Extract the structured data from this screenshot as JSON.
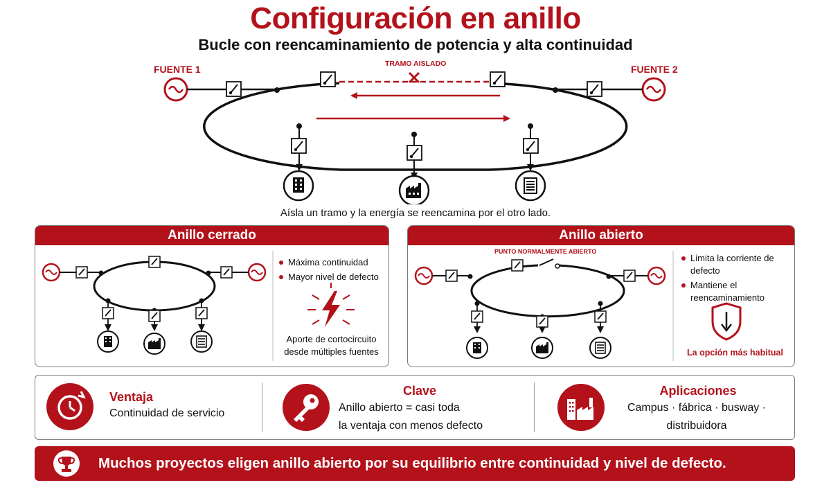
{
  "header": {
    "title": "Configuración en anillo",
    "subtitle": "Bucle con reencaminamiento de potencia y alta continuidad"
  },
  "main_diagram": {
    "source_left_label": "FUENTE 1",
    "source_right_label": "FUENTE 2",
    "isolated_label": "TRAMO AISLADO",
    "caption": "Aísla un tramo y la energía se reencamina por el otro lado."
  },
  "closed_ring": {
    "title": "Anillo cerrado",
    "bullets": [
      "Máxima continuidad",
      "Mayor nivel de defecto"
    ],
    "note_line1": "Aporte de cortocircuito",
    "note_line2": "desde múltiples fuentes"
  },
  "open_ring": {
    "title": "Anillo abierto",
    "open_point_label": "PUNTO NORMALMENTE ABIERTO",
    "bullets": [
      "Limita la corriente de defecto",
      "Mantiene el reencaminamiento"
    ],
    "footer": "La opción más habitual"
  },
  "features": {
    "advantage": {
      "title": "Ventaja",
      "text": "Continuidad de servicio",
      "icon": "clock-icon"
    },
    "key": {
      "title": "Clave",
      "line1": "Anillo abierto = casi toda",
      "line2": "la ventaja con menos defecto",
      "icon": "key-icon"
    },
    "applications": {
      "title": "Aplicaciones",
      "line1": "Campus · fábrica · busway ·",
      "line2": "distribuidora",
      "icon": "factory-icon"
    }
  },
  "banner": {
    "text": "Muchos proyectos eligen anillo abierto por su equilibrio entre continuidad y nivel de defecto.",
    "icon": "trophy-icon"
  },
  "colors": {
    "accent": "#b3121b",
    "line": "#111111",
    "border": "#7a7a7a"
  }
}
